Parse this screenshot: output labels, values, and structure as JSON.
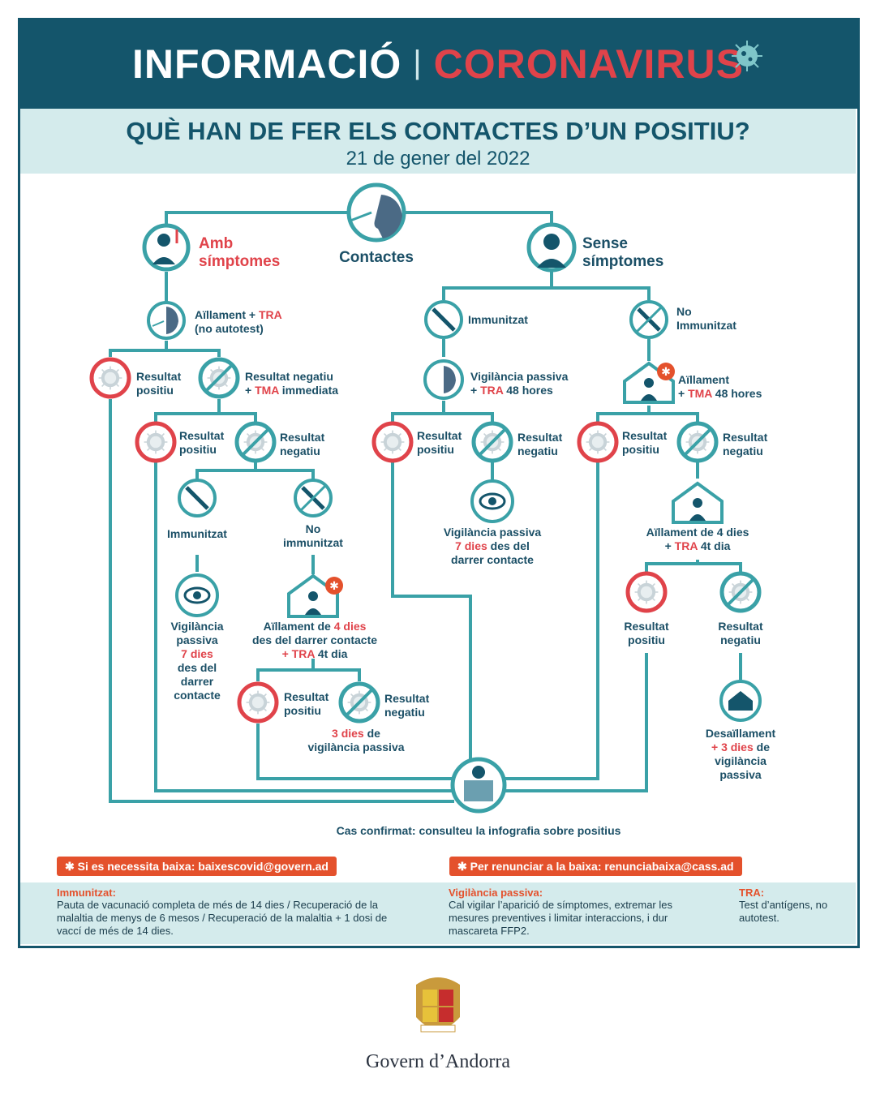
{
  "header": {
    "title_white": "INFORMACIÓ",
    "separator": "|",
    "title_red": "CORONAVIRUS"
  },
  "subheader": {
    "title": "QUÈ HAN DE FER ELS CONTACTES D’UN POSITIU?",
    "date": "21 de gener del 2022"
  },
  "colors": {
    "teal": "#14556b",
    "line": "#3aa1a7",
    "red": "#e0434a",
    "orange": "#e4512c",
    "light": "#d4ebec"
  },
  "nodes": {
    "contactes": "Contactes",
    "amb1": "Amb",
    "amb2": "símptomes",
    "sense1": "Sense",
    "sense2": "símptomes",
    "aillament_a": "Aïllament + ",
    "tra": "TRA",
    "aillament_b": "(no autotest)",
    "l_pos_label": "Resultat",
    "l_pos_label2": "positiu",
    "l_neg_label": "Resultat negatiu",
    "l_neg_plus": "+ ",
    "tma": "TMA",
    "l_neg_tail": " immediata",
    "l2_pos1": "Resultat",
    "l2_pos2": "positiu",
    "l2_neg1": "Resultat",
    "l2_neg2": "negatiu",
    "immunitzat": "Immunitzat",
    "no_imm1": "No",
    "no_imm2": "immunitzat",
    "vig1": "Vigilància",
    "vig2": "passiva",
    "vig3": "7 dies",
    "vig4": "des del",
    "vig5": "darrer",
    "vig6": "contacte",
    "ail4_a": "Aïllament de ",
    "ail4_b": "4 dies",
    "ail4_c": "des del darrer contacte",
    "ail4_d": "+ ",
    "ail4_e": "TRA",
    "ail4_f": " 4t dia",
    "l3_pos1": "Resultat",
    "l3_pos2": "positiu",
    "l3_neg1": "Resultat",
    "l3_neg2": "negatiu",
    "tres_a": "3 dies",
    "tres_b": " de",
    "tres_c": "vigilància passiva",
    "m_imm": "Immunitzat",
    "m_vig1": "Vigilància passiva",
    "m_vig2": "+ ",
    "m_vig3": "TRA",
    "m_vig4": " 48 hores",
    "m_pos1": "Resultat",
    "m_pos2": "positiu",
    "m_neg1": "Resultat",
    "m_neg2": "negatiu",
    "m_vp1": "Vigilància passiva",
    "m_vp2": "7 dies",
    "m_vp3": " des del",
    "m_vp4": "darrer contacte",
    "r_noimm1": "No",
    "r_noimm2": "Immunitzat",
    "r_ail1": "Aïllament",
    "r_ail2": "+ ",
    "r_ail3": "TMA",
    "r_ail4": " 48 hores",
    "r_pos1": "Resultat",
    "r_pos2": "positiu",
    "r_neg1": "Resultat",
    "r_neg2": "negatiu",
    "r_ail4d1": "Aïllament de 4 dies",
    "r_ail4d2": "+ ",
    "r_ail4d3": "TRA",
    "r_ail4d4": " 4t dia",
    "r2_pos1": "Resultat",
    "r2_pos2": "positiu",
    "r2_neg1": "Resultat",
    "r2_neg2": "negatiu",
    "desa1": "Desaïllament",
    "desa2": "+ ",
    "desa3": "3 dies",
    "desa4": " de",
    "desa5": "vigilància",
    "desa6": "passiva",
    "cas": "Cas confirmat: consulteu la infografia sobre positius"
  },
  "pills": {
    "left": "✱  Si es necessita baixa: baixescovid@govern.ad",
    "right": "✱  Per renunciar a la baixa: renunciabaixa@cass.ad"
  },
  "legend": {
    "imm_h": "Immunitzat:",
    "imm_t": "Pauta de vacunació completa de més de 14 dies / Recuperació de la malaltia de menys de 6 mesos / Recuperació de la malaltia + 1 dosi de vaccí de més de 14 dies.",
    "vig_h": "Vigilància passiva:",
    "vig_t": "Cal vigilar l’aparició de símptomes, extremar les mesures preventives i limitar interaccions, i dur mascareta FFP2.",
    "tra_h": "TRA:",
    "tra_t": "Test d’antígens, no autotest."
  },
  "footer": {
    "org": "Govern d’Andorra"
  }
}
